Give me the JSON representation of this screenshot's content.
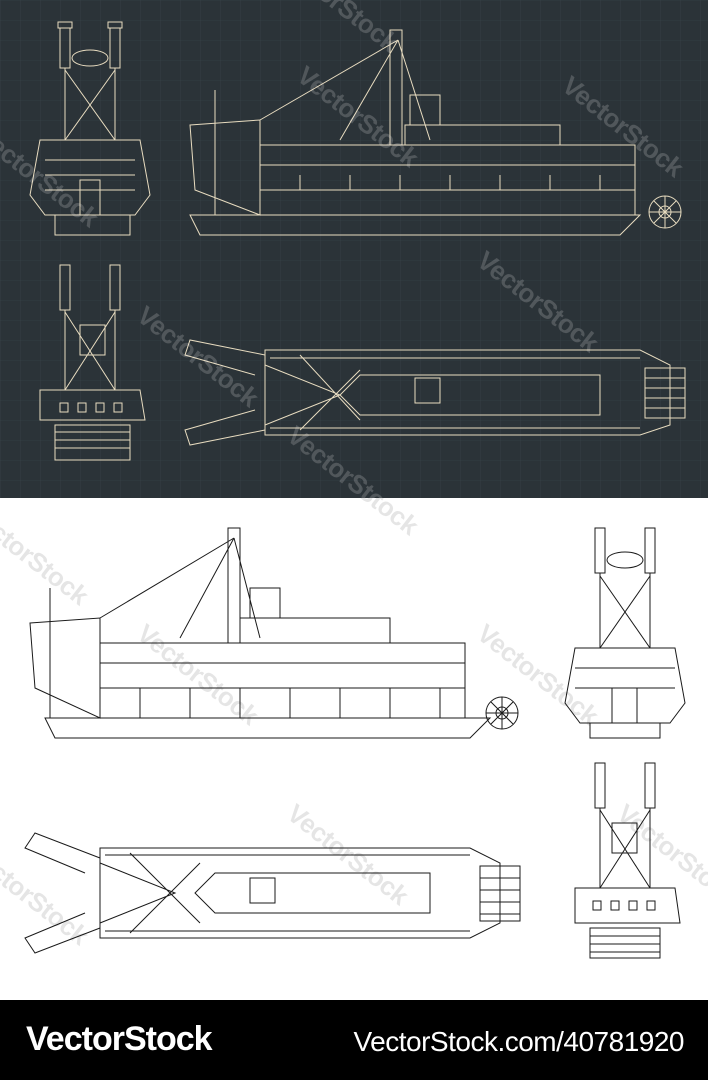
{
  "watermark": {
    "text": "VectorStock"
  },
  "footer": {
    "logo": "VectorStock",
    "id": "VectorStock.com/40781920"
  },
  "colors": {
    "dark_background": "#2b3338",
    "dark_line": "#e8dcc0",
    "light_background": "#ffffff",
    "light_line": "#1a1a1a",
    "footer_background": "#000000",
    "footer_text": "#ffffff"
  }
}
